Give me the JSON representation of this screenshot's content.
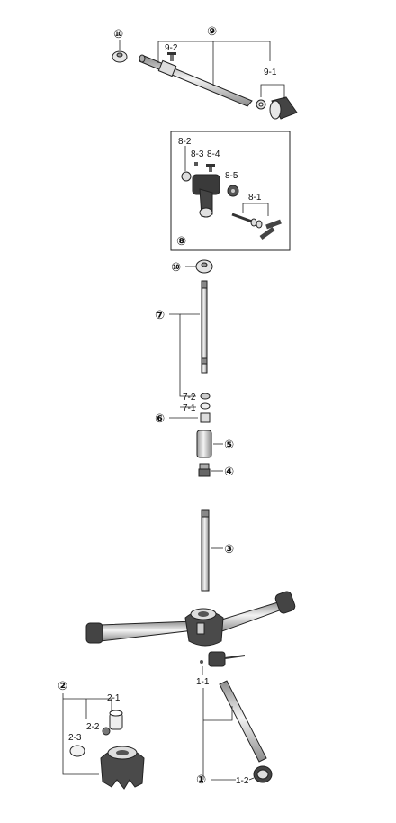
{
  "labels": {
    "p10_top": "⑩",
    "p9": "⑨",
    "p9_2": "9-2",
    "p9_1": "9-1",
    "p8_2": "8-2",
    "p8_3": "8-3",
    "p8_4": "8-4",
    "p8_5": "8-5",
    "p8_1": "8-1",
    "p8": "⑧",
    "p10_mid": "⑩",
    "p7": "⑦",
    "p7_2": "7-2",
    "p7_1": "7-1",
    "p6": "⑥",
    "p5": "⑤",
    "p4": "④",
    "p3": "③",
    "p1_1": "1-1",
    "p2": "②",
    "p2_1": "2-1",
    "p2_2": "2-2",
    "p2_3": "2-3",
    "p1": "①",
    "p1_2": "1-2"
  },
  "colors": {
    "line": "#222222",
    "metal": "#d9d9d9",
    "dark": "#555555",
    "black": "#333333"
  }
}
